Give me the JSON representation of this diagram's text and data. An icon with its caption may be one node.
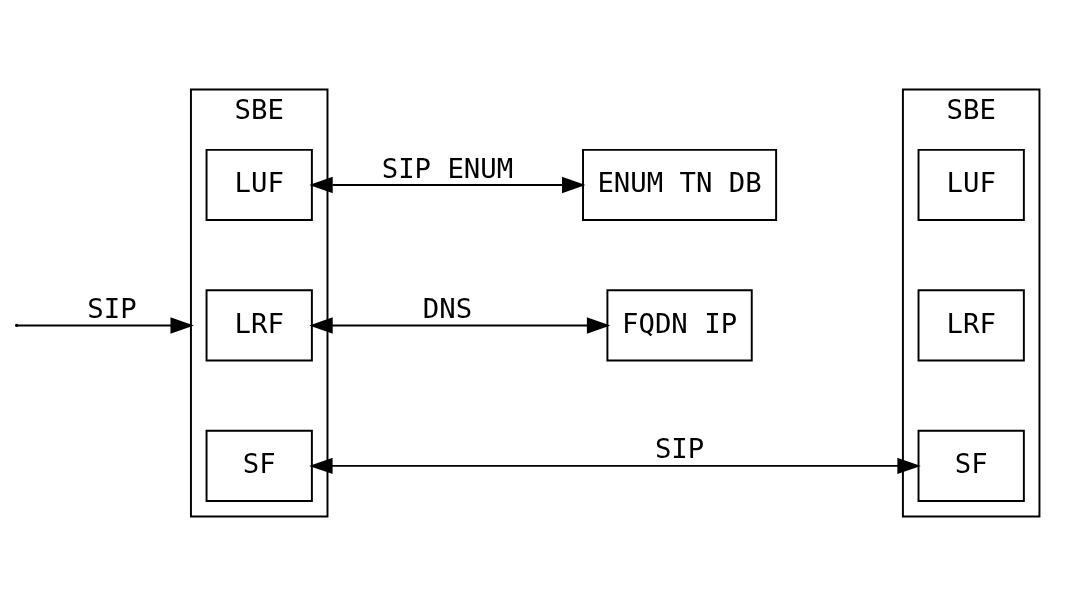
{
  "diagram": {
    "nodes": [
      {
        "text": [
          "SBE"
        ]
      },
      {
        "text": [
          "LUF"
        ],
        "in": 0
      },
      {
        "text": [
          "LRF"
        ],
        "in": 0
      },
      {
        "text": [
          "SF"
        ],
        "in": 0
      },
      {
        "text": [
          "ENUM TN DB"
        ]
      },
      {
        "text": [
          "FQDN IP"
        ]
      },
      {
        "text": [
          "SBE"
        ]
      },
      {
        "text": [
          "LUF"
        ],
        "in": 6
      },
      {
        "text": [
          "LRF"
        ],
        "in": 6
      },
      {
        "text": [
          "SF"
        ],
        "in": 6
      }
    ],
    "edges": [
      {
        "from": null,
        "to": 0,
        "arrow": "to",
        "label": "SIP"
      },
      {
        "from": 1,
        "to": 4,
        "arrow": "both",
        "label": "SIP ENUM"
      },
      {
        "from": 2,
        "to": 5,
        "arrow": "both",
        "label": "DNS"
      },
      {
        "from": 3,
        "to": 9,
        "arrow": "both",
        "label": "SIP"
      }
    ]
  }
}
